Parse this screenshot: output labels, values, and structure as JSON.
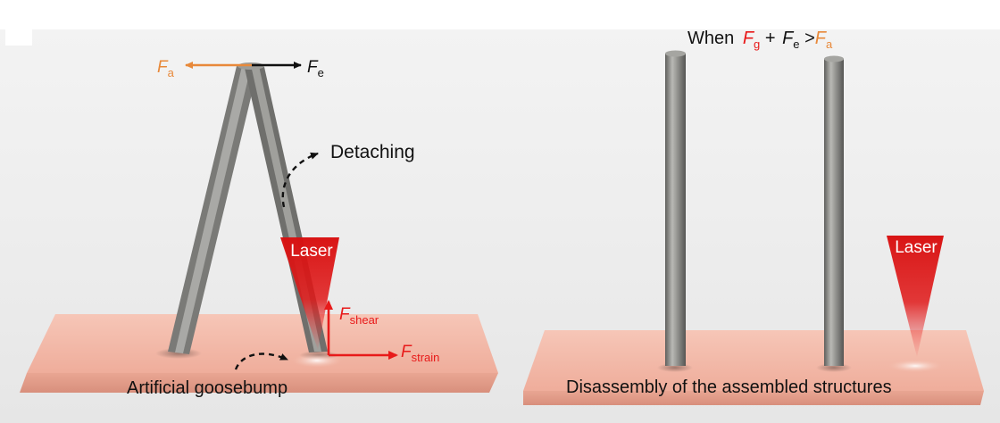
{
  "left_panel": {
    "force_a": {
      "symbol": "F",
      "sub": "a"
    },
    "force_e": {
      "symbol": "F",
      "sub": "e"
    },
    "detaching_label": "Detaching",
    "laser_label": "Laser",
    "force_shear": {
      "symbol": "F",
      "sub": "shear"
    },
    "force_strain": {
      "symbol": "F",
      "sub": "strain"
    },
    "caption": "Artificial goosebump"
  },
  "right_panel": {
    "condition": {
      "prefix": "When ",
      "fg_symbol": "F",
      "fg_sub": "g",
      "plus": " + ",
      "fe_symbol": "F",
      "fe_sub": "e",
      "gt": " >",
      "fa_symbol": "F",
      "fa_sub": "a"
    },
    "laser_label": "Laser",
    "caption": "Disassembly of the assembled structures"
  },
  "colors": {
    "adhesion_force": "#e8893a",
    "elastic_force": "#111111",
    "laser": "#e01818",
    "force_red": "#e81a1a",
    "substrate": "#f3b8a8",
    "background": "#f1f1f1",
    "pillar": "#8e8e8a"
  }
}
